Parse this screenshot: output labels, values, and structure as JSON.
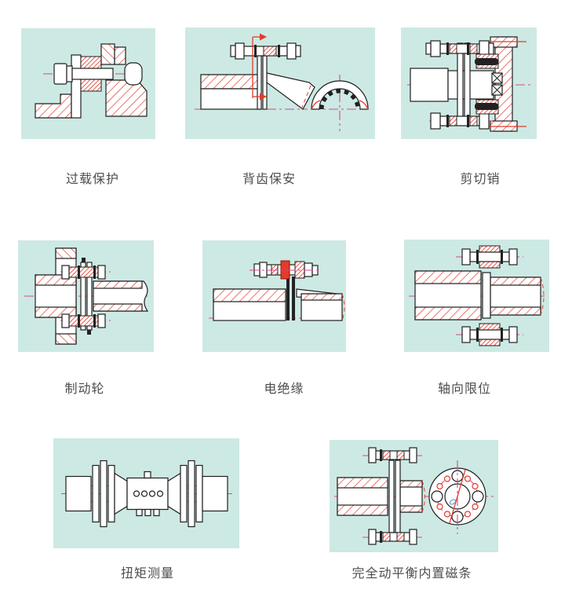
{
  "page": {
    "background": "#ffffff"
  },
  "colors": {
    "panel_bg": "#cde9e4",
    "hatch_red": "#e43b2c",
    "centerline_pink": "#d6478f",
    "outline": "#1f1f1f",
    "label": "#4d4d4d"
  },
  "panels": [
    {
      "name": "overload-protection",
      "label": "过载保护"
    },
    {
      "name": "gear-tooth-safety",
      "label": "背齿保安"
    },
    {
      "name": "shear-pin",
      "label": "剪切销"
    },
    {
      "name": "brake-wheel",
      "label": "制动轮"
    },
    {
      "name": "electrical-insulation",
      "label": "电绝缘"
    },
    {
      "name": "axial-limit",
      "label": "轴向限位"
    },
    {
      "name": "torque-measurement",
      "label": "扭矩测量"
    },
    {
      "name": "full-dynamic-balance-built-in-magnetic-strip",
      "label": "完全动平衡内置磁条"
    }
  ]
}
